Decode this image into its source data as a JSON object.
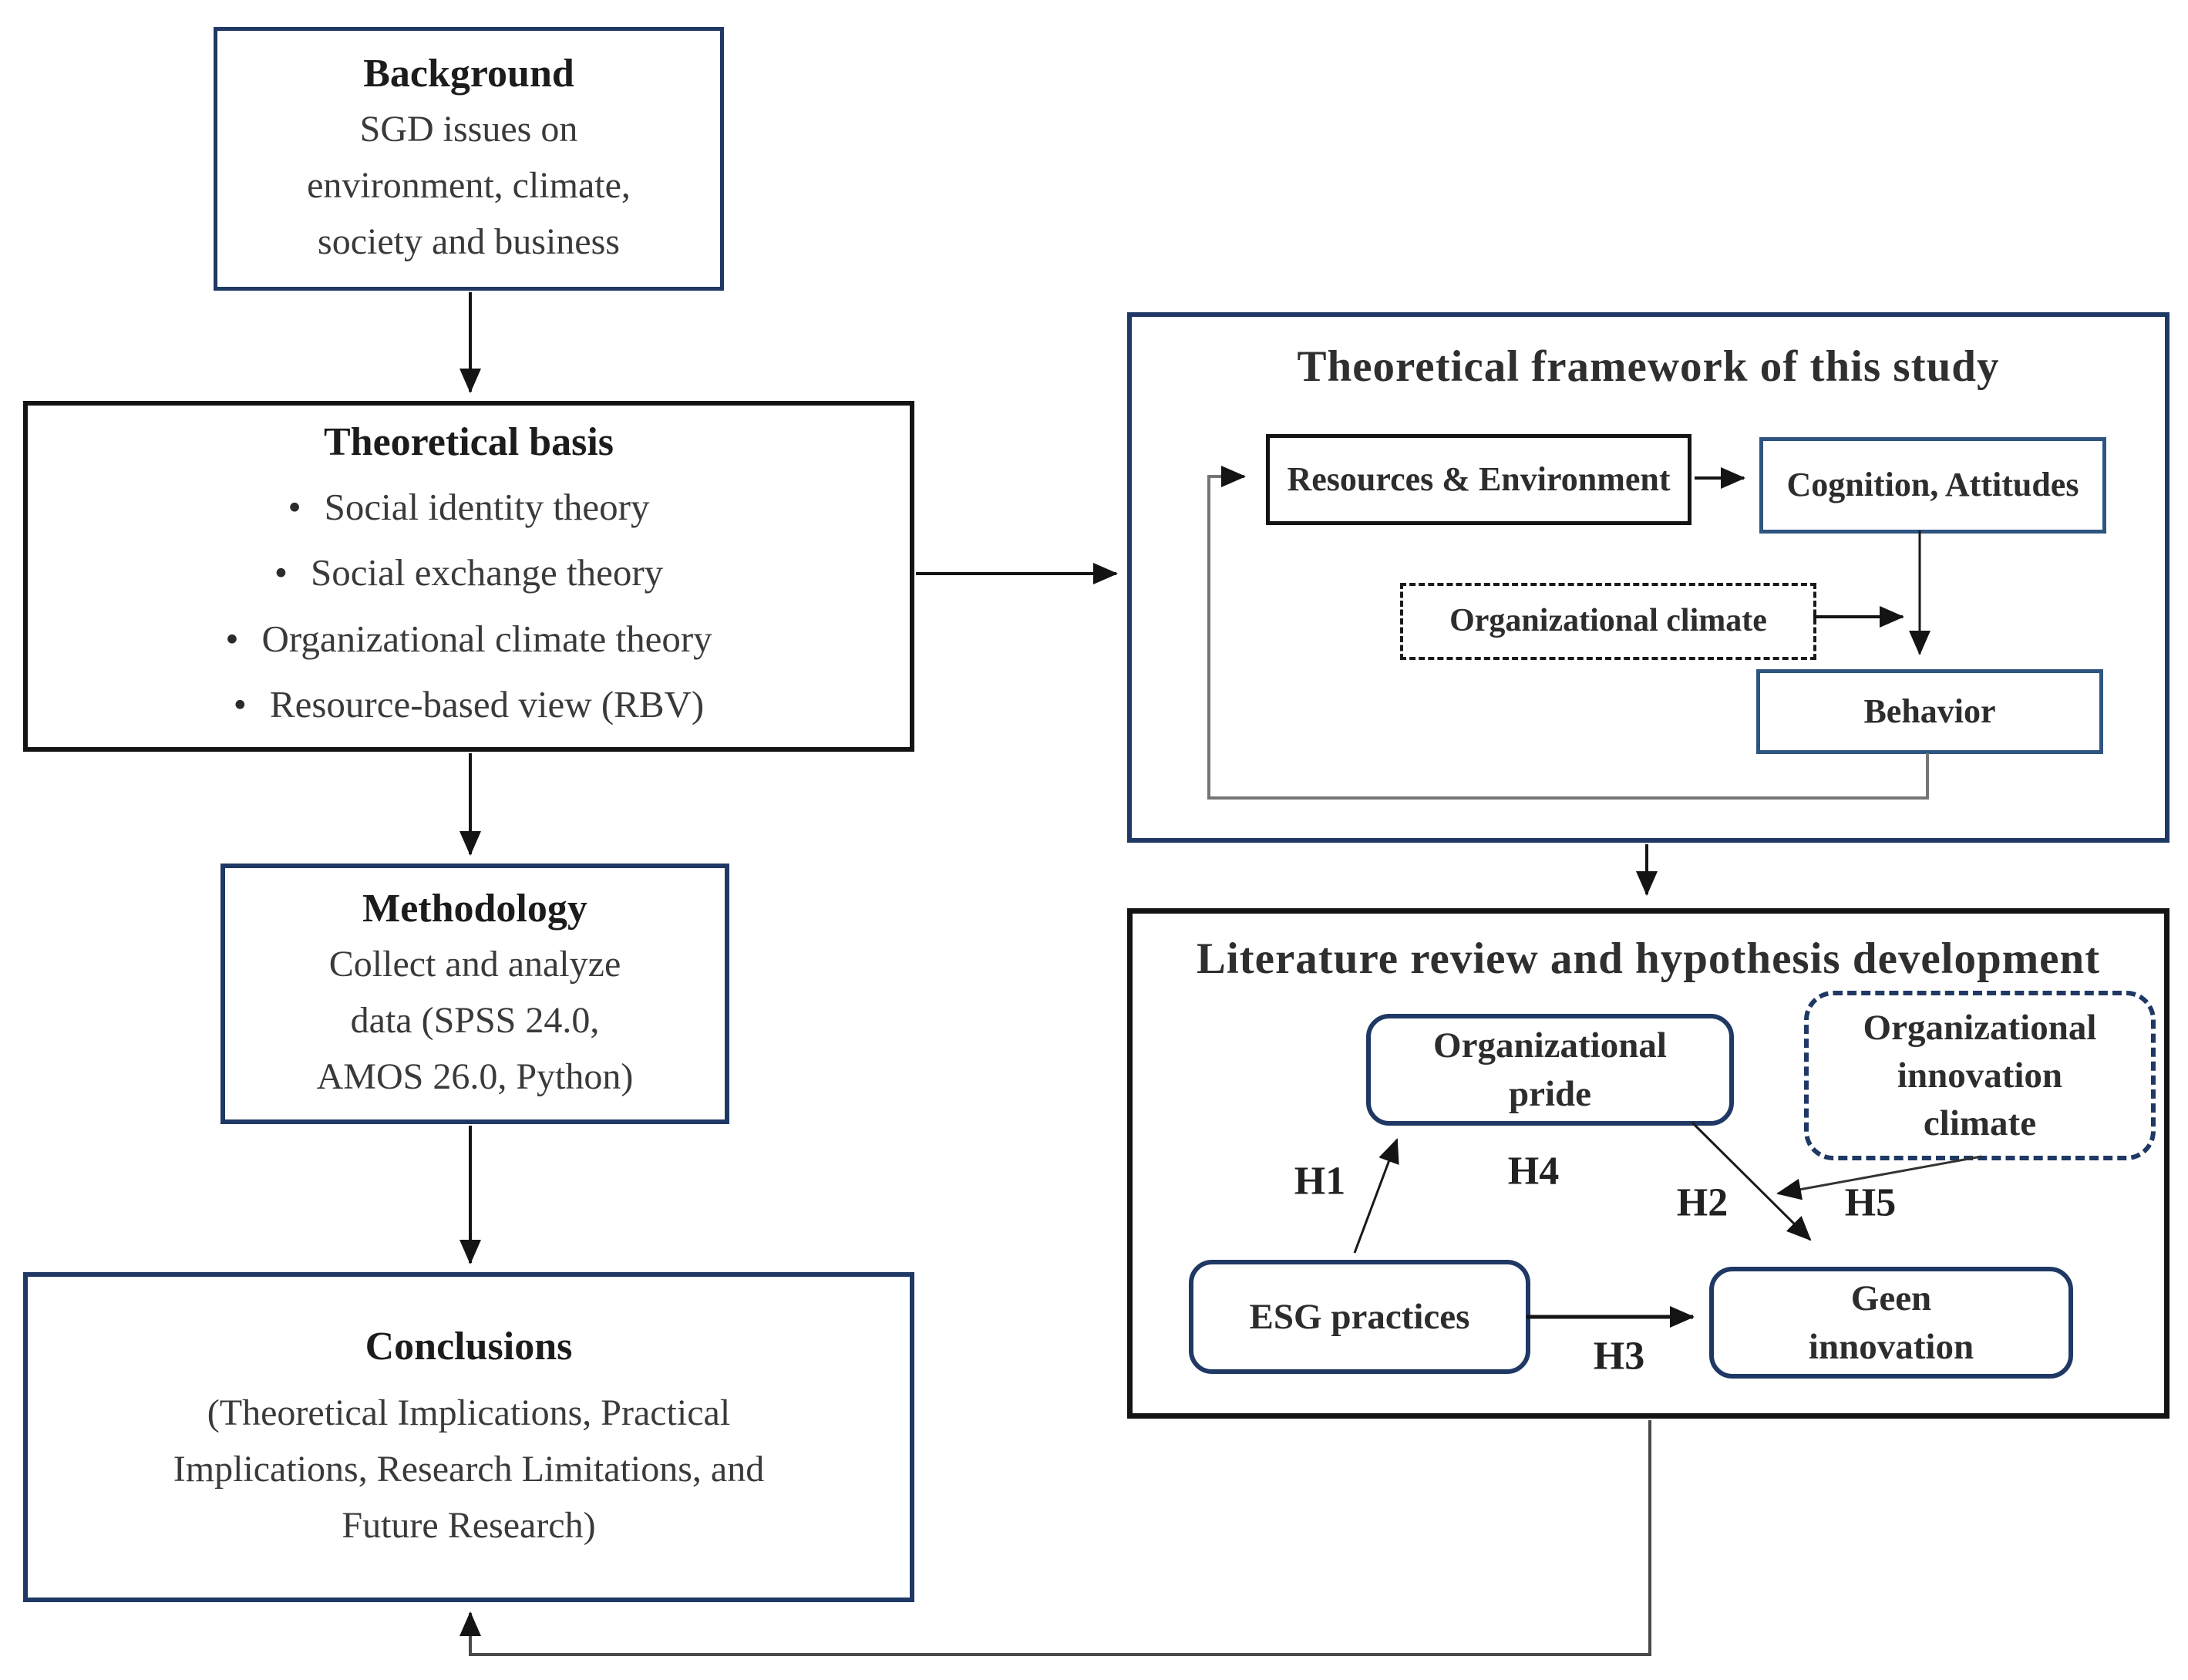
{
  "diagram": {
    "background": {
      "title": "Background",
      "body": "SGD issues on\nenvironment, climate,\nsociety and business"
    },
    "theoretical_basis": {
      "title": "Theoretical basis",
      "bullet": "•",
      "items": [
        "Social identity theory",
        "Social exchange theory",
        "Organizational climate theory",
        "Resource-based view (RBV)"
      ]
    },
    "methodology": {
      "title": "Methodology",
      "body": "Collect and analyze\ndata (SPSS 24.0,\nAMOS 26.0, Python)"
    },
    "conclusions": {
      "title": "Conclusions",
      "body": "(Theoretical Implications, Practical\nImplications, Research Limitations, and\nFuture Research)"
    },
    "framework": {
      "title": "Theoretical framework of this study",
      "resources": "Resources & Environment",
      "cognition": "Cognition, Attitudes",
      "org_climate": "Organizational climate",
      "behavior": "Behavior"
    },
    "literature": {
      "title": "Literature review and hypothesis development",
      "pride": "Organizational\npride",
      "innovation_climate": "Organizational\ninnovation\nclimate",
      "esg": "ESG practices",
      "green": "Geen\ninnovation",
      "h1": "H1",
      "h2": "H2",
      "h3": "H3",
      "h4": "H4",
      "h5": "H5"
    }
  },
  "colors": {
    "navy": "#1f3864",
    "steel_blue": "#2e5480",
    "black_line": "#141414",
    "gray_feedback": "#757575",
    "return_line": "#4a4a4a",
    "title_text": "#2f2f2f",
    "body_text": "#3a3a3a"
  }
}
